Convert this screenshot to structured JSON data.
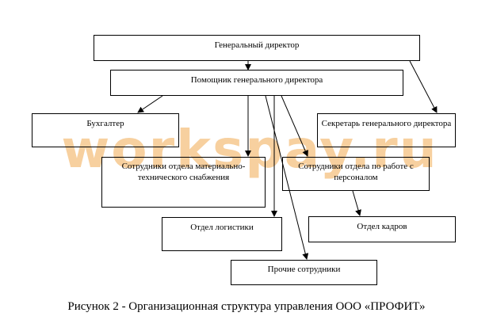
{
  "watermark": "workspay.ru",
  "nodes": {
    "ceo": "Генеральный директор",
    "assistant": "Помощник генерального директора",
    "accountant": "Бухгалтер",
    "secretary": "Секретарь генерального директора",
    "supply_staff": "Сотрудники отдела материально-технического снабжения",
    "hr_staff": "Сотрудники отдела по работе с персоналом",
    "logistics": "Отдел логистики",
    "personnel": "Отдел кадров",
    "other_staff": "Прочие сотрудники"
  },
  "caption": "Рисунок 2  - Организационная структура управления ООО «ПРОФИТ»"
}
